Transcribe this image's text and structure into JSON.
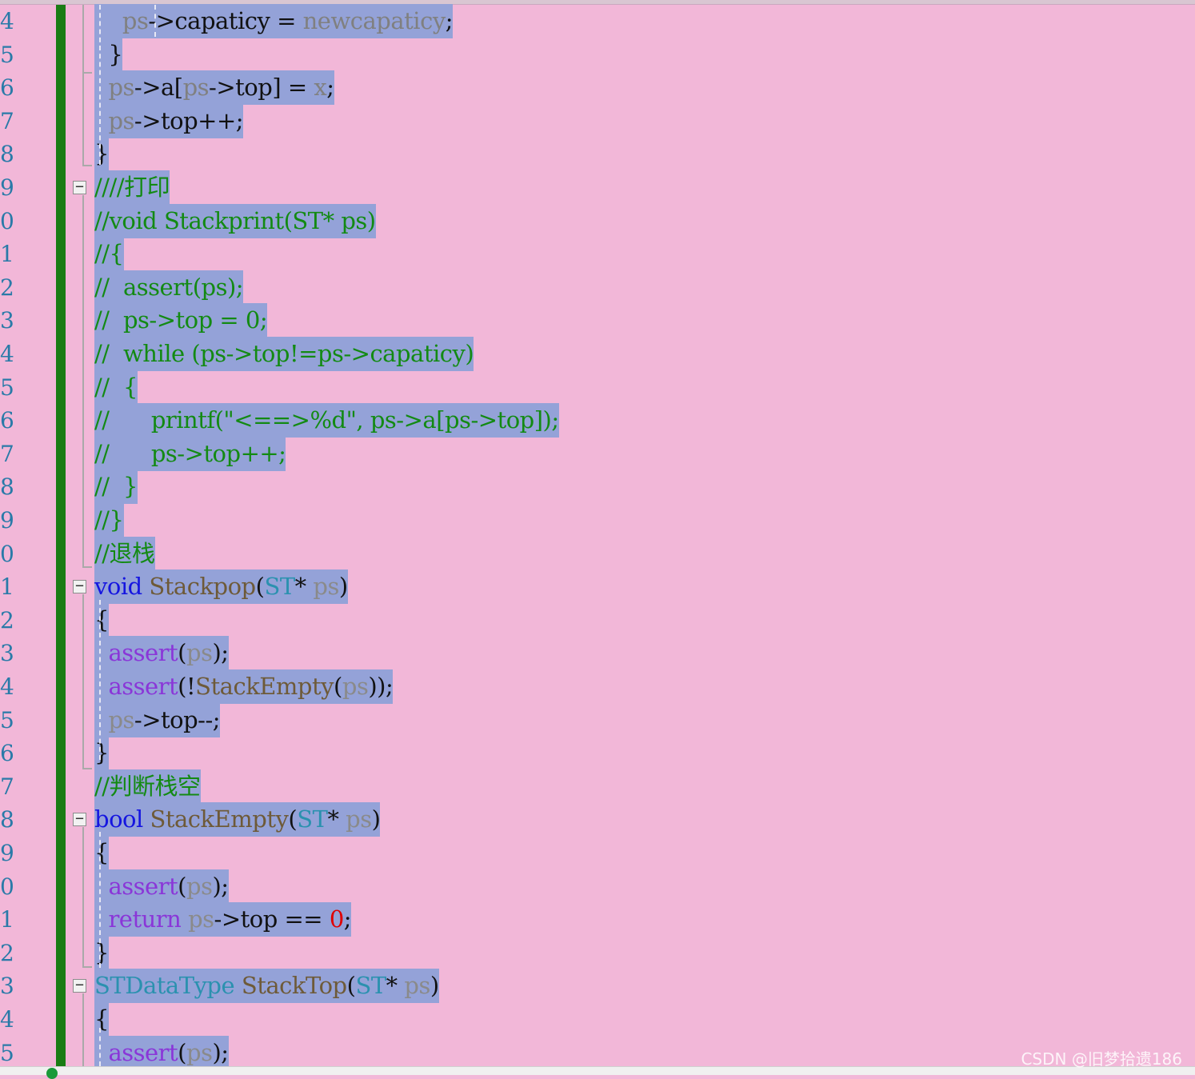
{
  "editor": {
    "line_numbers": [
      "4",
      "5",
      "6",
      "7",
      "8",
      "9",
      "0",
      "1",
      "2",
      "3",
      "4",
      "5",
      "6",
      "7",
      "8",
      "9",
      "0",
      "1",
      "2",
      "3",
      "4",
      "5",
      "6",
      "7",
      "8",
      "9",
      "0",
      "1",
      "2",
      "3",
      "4",
      "5"
    ],
    "lines": [
      [
        {
          "t": "    ",
          "c": "c-def"
        },
        {
          "t": "ps",
          "c": "c-var"
        },
        {
          "t": "->capaticy = ",
          "c": "c-def"
        },
        {
          "t": "newcapaticy",
          "c": "c-var"
        },
        {
          "t": ";",
          "c": "c-def"
        }
      ],
      [
        {
          "t": "  }",
          "c": "c-def"
        }
      ],
      [
        {
          "t": "  ",
          "c": "c-def"
        },
        {
          "t": "ps",
          "c": "c-var"
        },
        {
          "t": "->a[",
          "c": "c-def"
        },
        {
          "t": "ps",
          "c": "c-var"
        },
        {
          "t": "->top] = ",
          "c": "c-def"
        },
        {
          "t": "x",
          "c": "c-var"
        },
        {
          "t": ";",
          "c": "c-def"
        }
      ],
      [
        {
          "t": "  ",
          "c": "c-def"
        },
        {
          "t": "ps",
          "c": "c-var"
        },
        {
          "t": "->top++;",
          "c": "c-def"
        }
      ],
      [
        {
          "t": "}",
          "c": "c-def"
        }
      ],
      [
        {
          "t": "////打印",
          "c": "c-comment"
        }
      ],
      [
        {
          "t": "//void Stackprint(ST* ps)",
          "c": "c-comment"
        }
      ],
      [
        {
          "t": "//{",
          "c": "c-comment"
        }
      ],
      [
        {
          "t": "//  assert(ps);",
          "c": "c-comment"
        }
      ],
      [
        {
          "t": "//  ps->top = 0;",
          "c": "c-comment"
        }
      ],
      [
        {
          "t": "//  while (ps->top!=ps->capaticy)",
          "c": "c-comment"
        }
      ],
      [
        {
          "t": "//  {",
          "c": "c-comment"
        }
      ],
      [
        {
          "t": "//      printf(\"<==>%d\", ps->a[ps->top]);",
          "c": "c-comment"
        }
      ],
      [
        {
          "t": "//      ps->top++;",
          "c": "c-comment"
        }
      ],
      [
        {
          "t": "//  }",
          "c": "c-comment"
        }
      ],
      [
        {
          "t": "//}",
          "c": "c-comment"
        }
      ],
      [
        {
          "t": "//退栈",
          "c": "c-comment"
        }
      ],
      [
        {
          "t": "void",
          "c": "c-kw"
        },
        {
          "t": " ",
          "c": "c-def"
        },
        {
          "t": "Stackpop",
          "c": "c-fn"
        },
        {
          "t": "(",
          "c": "c-def"
        },
        {
          "t": "ST",
          "c": "c-type"
        },
        {
          "t": "* ",
          "c": "c-def"
        },
        {
          "t": "ps",
          "c": "c-param"
        },
        {
          "t": ")",
          "c": "c-def"
        }
      ],
      [
        {
          "t": "{",
          "c": "c-def"
        }
      ],
      [
        {
          "t": "  ",
          "c": "c-def"
        },
        {
          "t": "assert",
          "c": "c-macro"
        },
        {
          "t": "(",
          "c": "c-def"
        },
        {
          "t": "ps",
          "c": "c-param"
        },
        {
          "t": ");",
          "c": "c-def"
        }
      ],
      [
        {
          "t": "  ",
          "c": "c-def"
        },
        {
          "t": "assert",
          "c": "c-macro"
        },
        {
          "t": "(!",
          "c": "c-def"
        },
        {
          "t": "StackEmpty",
          "c": "c-fn"
        },
        {
          "t": "(",
          "c": "c-def"
        },
        {
          "t": "ps",
          "c": "c-param"
        },
        {
          "t": "));",
          "c": "c-def"
        }
      ],
      [
        {
          "t": "  ",
          "c": "c-def"
        },
        {
          "t": "ps",
          "c": "c-param"
        },
        {
          "t": "->top--;",
          "c": "c-def"
        }
      ],
      [
        {
          "t": "}",
          "c": "c-def"
        }
      ],
      [
        {
          "t": "//判断栈空",
          "c": "c-comment"
        }
      ],
      [
        {
          "t": "bool",
          "c": "c-kw"
        },
        {
          "t": " ",
          "c": "c-def"
        },
        {
          "t": "StackEmpty",
          "c": "c-fn"
        },
        {
          "t": "(",
          "c": "c-def"
        },
        {
          "t": "ST",
          "c": "c-type"
        },
        {
          "t": "* ",
          "c": "c-def"
        },
        {
          "t": "ps",
          "c": "c-param"
        },
        {
          "t": ")",
          "c": "c-def"
        }
      ],
      [
        {
          "t": "{",
          "c": "c-def"
        }
      ],
      [
        {
          "t": "  ",
          "c": "c-def"
        },
        {
          "t": "assert",
          "c": "c-macro"
        },
        {
          "t": "(",
          "c": "c-def"
        },
        {
          "t": "ps",
          "c": "c-param"
        },
        {
          "t": ");",
          "c": "c-def"
        }
      ],
      [
        {
          "t": "  ",
          "c": "c-def"
        },
        {
          "t": "return",
          "c": "c-macro"
        },
        {
          "t": " ",
          "c": "c-def"
        },
        {
          "t": "ps",
          "c": "c-param"
        },
        {
          "t": "->top == ",
          "c": "c-def"
        },
        {
          "t": "0",
          "c": "c-num"
        },
        {
          "t": ";",
          "c": "c-def"
        }
      ],
      [
        {
          "t": "}",
          "c": "c-def"
        }
      ],
      [
        {
          "t": "STDataType",
          "c": "c-type"
        },
        {
          "t": " ",
          "c": "c-def"
        },
        {
          "t": "StackTop",
          "c": "c-fn"
        },
        {
          "t": "(",
          "c": "c-def"
        },
        {
          "t": "ST",
          "c": "c-type"
        },
        {
          "t": "* ",
          "c": "c-def"
        },
        {
          "t": "ps",
          "c": "c-param"
        },
        {
          "t": ")",
          "c": "c-def"
        }
      ],
      [
        {
          "t": "{",
          "c": "c-def"
        }
      ],
      [
        {
          "t": "  ",
          "c": "c-def"
        },
        {
          "t": "assert",
          "c": "c-macro"
        },
        {
          "t": "(",
          "c": "c-def"
        },
        {
          "t": "ps",
          "c": "c-param"
        },
        {
          "t": ");",
          "c": "c-def"
        }
      ]
    ],
    "fold_markers": [
      "−",
      "−",
      "−",
      "−"
    ]
  },
  "watermark": "CSDN @旧梦拾遗186",
  "colors": {
    "background": "#f2b7d8",
    "selection": "#94a2d8",
    "change_bar": "#1a7c14",
    "comment": "#138a13",
    "keyword": "#1515e0"
  }
}
